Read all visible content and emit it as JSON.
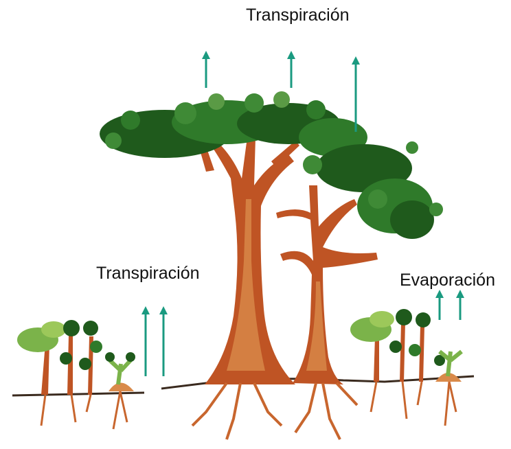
{
  "labels": {
    "canopy_transpiration": "Transpiración",
    "understory_transpiration": "Transpiración",
    "evaporation": "Evaporación"
  },
  "colors": {
    "arrow": "#1a9a80",
    "foliage_dark": "#1f5a1c",
    "foliage_mid": "#2f7a2a",
    "foliage_light": "#7bb34a",
    "trunk": "#b8451c",
    "trunk_light": "#d9894a",
    "soil_line": "#3a2a1e",
    "root": "#c8662e"
  }
}
